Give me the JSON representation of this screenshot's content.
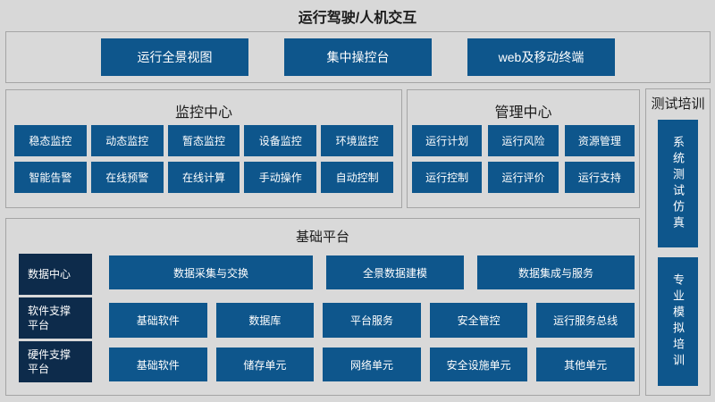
{
  "colors": {
    "background": "#d8d8d8",
    "panel_border": "#a5a5a5",
    "accent_blue": "#0e568c",
    "dark_navy": "#0d2b4b",
    "button_text": "#ffffff"
  },
  "header": {
    "title": "运行驾驶/人机交互"
  },
  "interaction_panel": {
    "buttons": [
      "运行全景视图",
      "集中操控台",
      "web及移动终端"
    ]
  },
  "monitoring_center": {
    "title": "监控中心",
    "row1": [
      "稳态监控",
      "动态监控",
      "暂态监控",
      "设备监控",
      "环境监控"
    ],
    "row2": [
      "智能告警",
      "在线预警",
      "在线计算",
      "手动操作",
      "自动控制"
    ]
  },
  "management_center": {
    "title": "管理中心",
    "row1": [
      "运行计划",
      "运行风险",
      "资源管理"
    ],
    "row2": [
      "运行控制",
      "运行评价",
      "运行支持"
    ]
  },
  "test_training": {
    "title": "测试培训",
    "buttons": [
      "系统测试仿真",
      "专业模拟培训"
    ]
  },
  "base_platform": {
    "title": "基础平台",
    "layers": [
      {
        "label": "数据中心",
        "items": [
          "数据采集与交换",
          "全景数据建模",
          "数据集成与服务"
        ]
      },
      {
        "label": "软件支撑平台",
        "items": [
          "基础软件",
          "数据库",
          "平台服务",
          "安全管控",
          "运行服务总线"
        ]
      },
      {
        "label": "硬件支撑平台",
        "items": [
          "基础软件",
          "储存单元",
          "网络单元",
          "安全设施单元",
          "其他单元"
        ]
      }
    ]
  }
}
